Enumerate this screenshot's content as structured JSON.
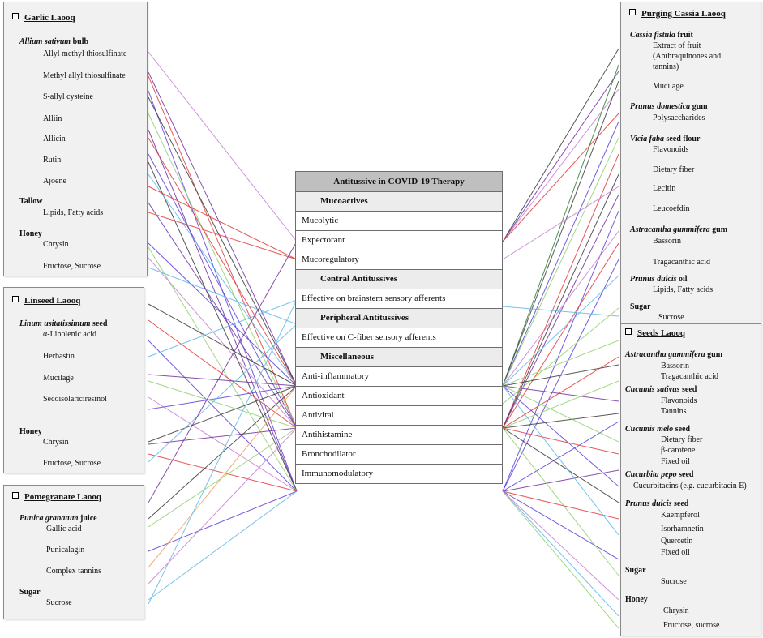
{
  "center": {
    "title": "Antitussive  in  COVID-19 Therapy",
    "rows": [
      {
        "id": "mucoactives",
        "label": "Mucoactives",
        "cat": true
      },
      {
        "id": "mucolytic",
        "label": "Mucolytic"
      },
      {
        "id": "expectorant",
        "label": "Expectorant"
      },
      {
        "id": "mucoregulatory",
        "label": "Mucoregulatory"
      },
      {
        "id": "central",
        "label": "Central Antitussives",
        "cat": true
      },
      {
        "id": "brainstem",
        "label": "Effective on brainstem sensory afferents"
      },
      {
        "id": "peripheral",
        "label": "Peripheral Antitussives",
        "cat": true
      },
      {
        "id": "cfiber",
        "label": "Effective on C-fiber sensory afferents"
      },
      {
        "id": "misc",
        "label": "Miscellaneous",
        "cat": true
      },
      {
        "id": "antiinflammatory",
        "label": "Anti-inflammatory"
      },
      {
        "id": "antioxidant",
        "label": "Antioxidant"
      },
      {
        "id": "antiviral",
        "label": "Antiviral"
      },
      {
        "id": "antihistamine",
        "label": "Antihistamine"
      },
      {
        "id": "bronchodilator",
        "label": "Bronchodilator"
      },
      {
        "id": "immunomodulatory",
        "label": "Immunomodulatory"
      }
    ]
  },
  "panels": {
    "garlic": {
      "title": "Garlic Laooq",
      "sources": [
        {
          "italic": "Allium sativum",
          "rest": " bulb"
        },
        {
          "italic": "",
          "rest": "Tallow"
        },
        {
          "italic": "",
          "rest": "Honey"
        }
      ],
      "items": [
        "Allyl  methyl  thiosulfinate",
        "Methyl  allyl  thiosulfinate",
        "S-allyl  cysteine",
        "Alliin",
        "Allicin",
        "Rutin",
        "Ajoene",
        "Lipids, Fatty acids",
        "Chrysin",
        "Fructose, Sucrose"
      ]
    },
    "linseed": {
      "title": "Linseed Laooq",
      "sources": [
        {
          "italic": "Linum usitatissimum",
          "rest": " seed"
        },
        {
          "italic": "",
          "rest": "Honey"
        }
      ],
      "items": [
        "α-Linolenic  acid",
        "Herbastin",
        "Mucilage",
        "Secoisolariciresinol",
        "Chrysin",
        "Fructose, Sucrose"
      ]
    },
    "pomegranate": {
      "title": "Pomegranate Laooq",
      "sources": [
        {
          "italic": "Punica granatum",
          "rest": " juice"
        },
        {
          "italic": "",
          "rest": "Sugar"
        }
      ],
      "items": [
        "Gallic acid",
        "Punicalagin",
        "Complex tannins",
        "Sucrose"
      ]
    },
    "cassia": {
      "title": "Purging Cassia Laooq",
      "sources": [
        {
          "italic": "Cassia fistula",
          "rest": " fruit"
        },
        {
          "italic": "Prunus domestica",
          "rest": " gum"
        },
        {
          "italic": "Vicia faba",
          "rest": " seed flour"
        },
        {
          "italic": "Astracantha gummifera",
          "rest": " gum"
        },
        {
          "italic": "Prunus dulcis",
          "rest": " oil"
        },
        {
          "italic": "",
          "rest": "Sugar"
        }
      ],
      "items": [
        "Extract of fruit",
        "(Anthraquinones and",
        "tannins)",
        "Mucilage",
        "Polysaccharides",
        "Flavonoids",
        "Dietary fiber",
        "Lecitin",
        "Leucoefdin",
        "Bassorin",
        "Tragacanthic acid",
        "Lipids, Fatty acids",
        "Sucrose"
      ]
    },
    "seeds": {
      "title": "Seeds Laooq",
      "sources": [
        {
          "italic": "Astracantha gummifera",
          "rest": " gum"
        },
        {
          "italic": "Cucumis sativus",
          "rest": " seed"
        },
        {
          "italic": "Cucumis melo",
          "rest": " seed"
        },
        {
          "italic": "Cucurbita pepo",
          "rest": " seed"
        },
        {
          "italic": "Prunus dulcis",
          "rest": " seed"
        },
        {
          "italic": "",
          "rest": "Sugar"
        },
        {
          "italic": "",
          "rest": "Honey"
        }
      ],
      "items": [
        "Bassorin",
        "Tragacanthic acid",
        "Flavonoids",
        "Tannins",
        "Dietary  fiber",
        "β-carotene",
        "Fixed oil",
        "Cucurbitacins (e.g. cucurbitacin E)",
        "Kaempferol",
        "Isorhamnetin",
        "Quercetin",
        "Fixed oil",
        "Sucrose",
        "Chrysin",
        "Fructose, sucrose"
      ]
    }
  },
  "colors": [
    "#3a3a3a",
    "#7030a0",
    "#5b3fd6",
    "#e23b3b",
    "#8fd16f",
    "#5fb9e6",
    "#c77fd6",
    "#2e7d32",
    "#f0a060",
    "#1c1c6e"
  ]
}
